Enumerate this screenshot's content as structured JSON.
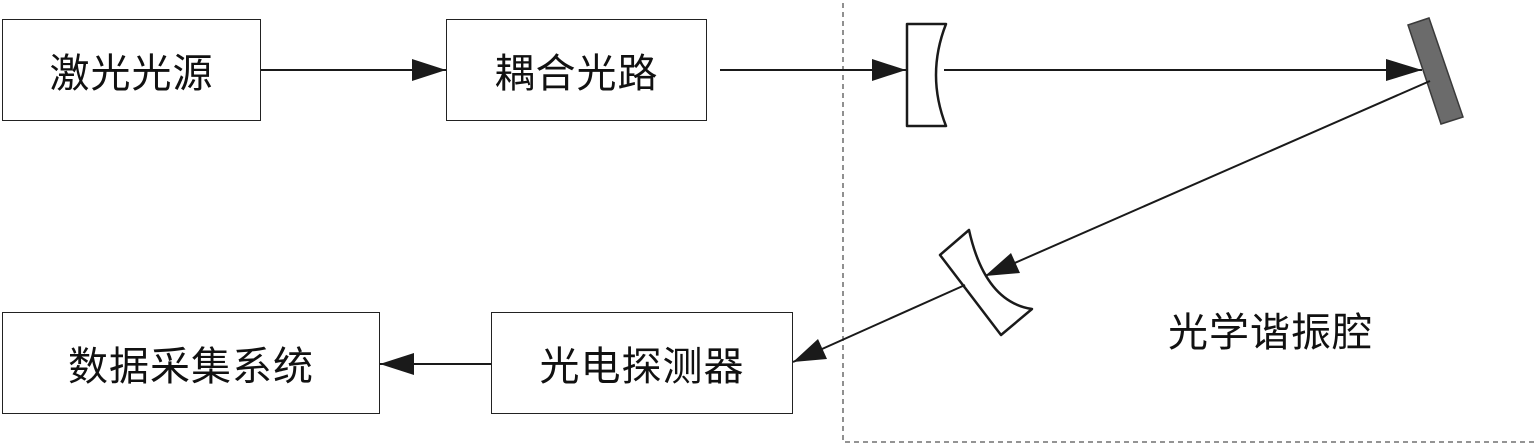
{
  "boxes": {
    "laser_source": "激光光源",
    "coupling_optics": "耦合光路",
    "data_acquisition": "数据采集系统",
    "photodetector": "光电探测器"
  },
  "cavity": {
    "label": "光学谐振腔"
  },
  "colors": {
    "line": "#1a1a1a",
    "box_border": "#222222",
    "mirror_fill": "#6b6b6b",
    "dashed_border": "#555555"
  }
}
